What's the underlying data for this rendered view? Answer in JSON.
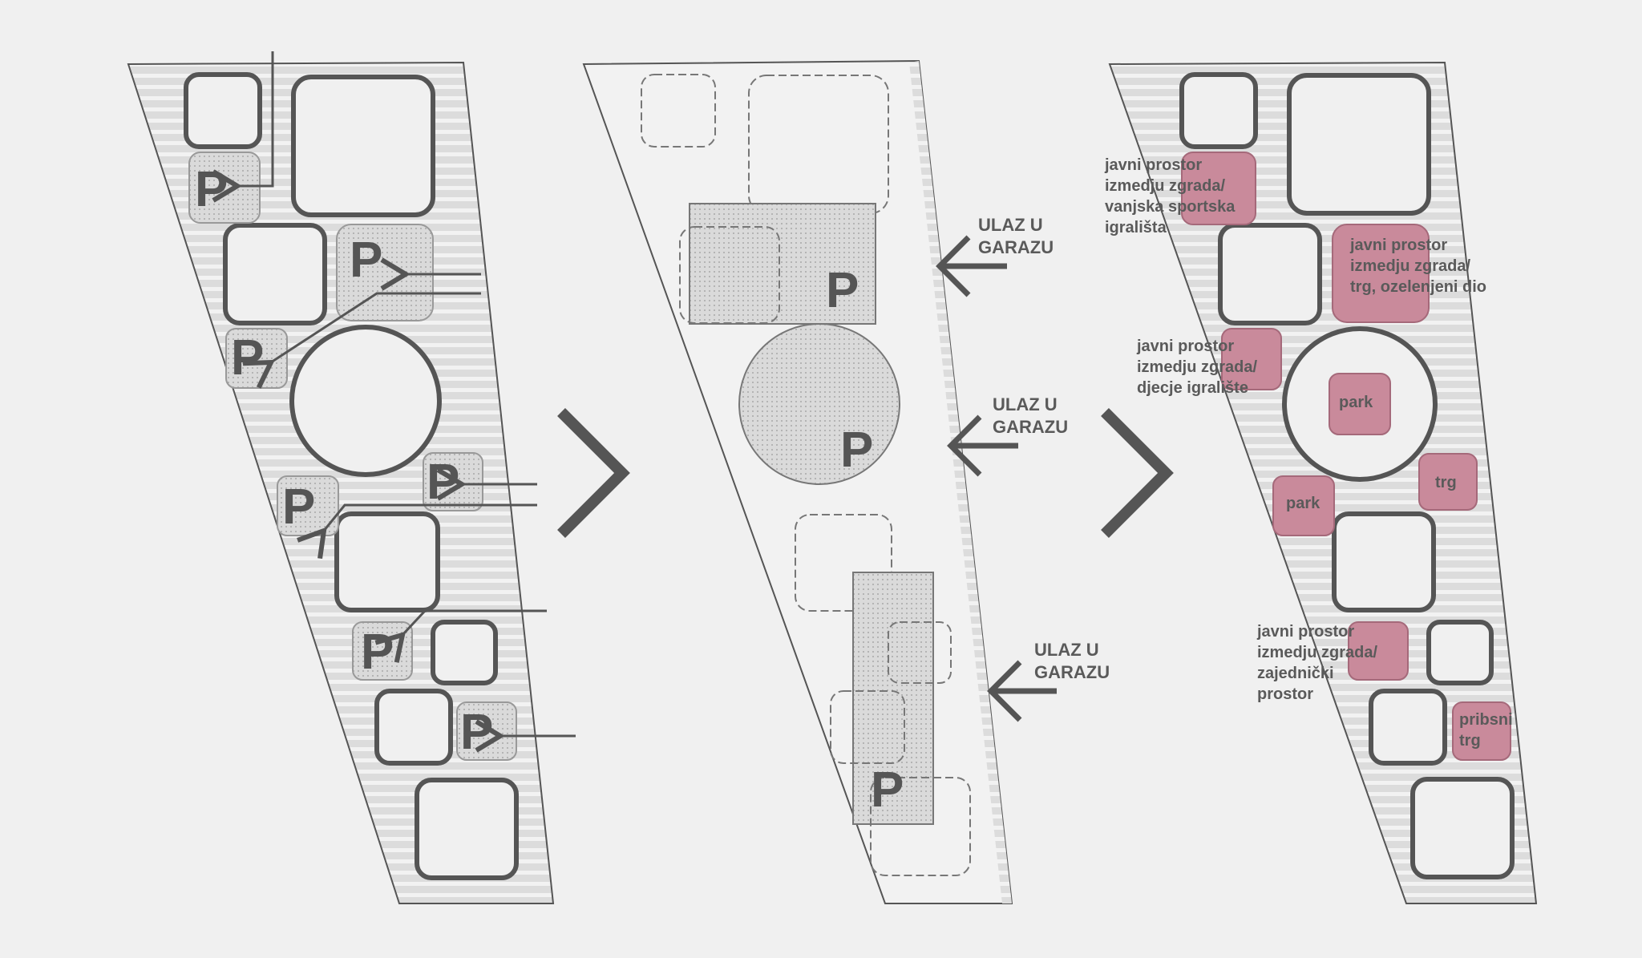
{
  "colors": {
    "background": "#f0f0f0",
    "outline": "#555555",
    "parking_fill": "#d4d4d4",
    "public_space": "#c98a9b",
    "strip": "#ffffff"
  },
  "icons": {
    "step_arrow": "chevron-right-icon",
    "entrance_arrow": "arrow-left-icon"
  },
  "parking_symbol": "P",
  "panel2": {
    "entrances": [
      {
        "line1": "ULAZ U",
        "line2": "GARAZU"
      },
      {
        "line1": "ULAZ U",
        "line2": "GARAZU"
      },
      {
        "line1": "ULAZ U",
        "line2": "GARAZU"
      }
    ]
  },
  "panel3": {
    "labels": {
      "sport": [
        "javni prostor",
        "izmedju zgrada/",
        "vanjska sportska",
        "igrališta"
      ],
      "green": [
        "javni prostor",
        "izmedju zgrada/",
        "trg, ozelenjeni dio"
      ],
      "kids": [
        "javni prostor",
        "izmedju zgrada/",
        "djecje igralište"
      ],
      "common": [
        "javni prostor",
        "izmedju zgrada/",
        "zajednički",
        "prostor"
      ],
      "park_center": "park",
      "park_left": "park",
      "trg": "trg",
      "pribsni": [
        "pribsni",
        "trg"
      ]
    }
  }
}
